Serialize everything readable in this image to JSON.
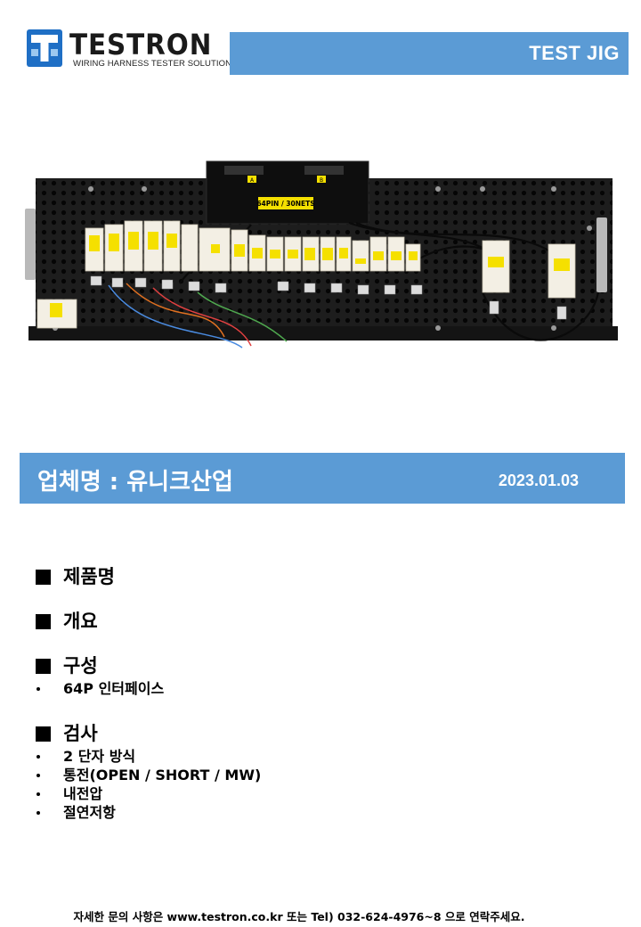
{
  "header": {
    "brand": "TESTRON",
    "tagline": "WIRING HARNESS TESTER SOLUTIONS",
    "title": "TEST JIG"
  },
  "photo": {
    "box_label": "64PIN / 30NETS",
    "connector_a": "A",
    "connector_b": "B"
  },
  "company": {
    "name": "업체명 : 유니크산업",
    "date": "2023.01.03"
  },
  "sections": [
    {
      "title": "제품명",
      "items": []
    },
    {
      "title": "개요",
      "items": []
    },
    {
      "title": "구성",
      "items": [
        "64P 인터페이스"
      ]
    },
    {
      "title": "검사",
      "items": [
        "2 단자 방식",
        "통전(OPEN / SHORT / MW)",
        "내전압",
        "절연저항"
      ]
    }
  ],
  "footer": {
    "text": "자세한 문의 사항은 www.testron.co.kr 또는 Tel) 032-624-4976~8 으로 연락주세요."
  },
  "colors": {
    "accent": "#5b9bd5",
    "logo_blue": "#1f6fc5",
    "board": "#1e1e1e",
    "module": "#f3efe4",
    "label": "#f5e000"
  }
}
